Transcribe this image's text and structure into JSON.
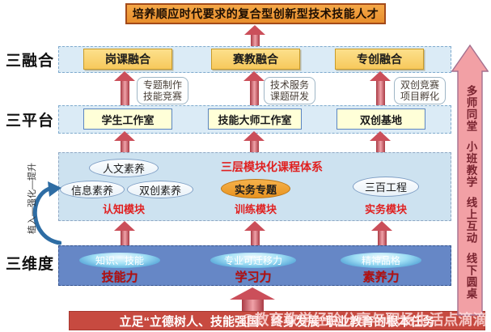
{
  "top_box": {
    "text": "培养顺应时代要求的复合型创新型技术技能人才"
  },
  "bands": {
    "fusion": {
      "label": "三融合",
      "boxes": [
        "岗课融合",
        "赛教融合",
        "专创融合"
      ]
    },
    "platform": {
      "label": "三平台",
      "boxes": [
        "学生工作室",
        "技能大师工作室",
        "双创基地"
      ]
    },
    "dimension": {
      "label": "三维度",
      "ellipses": [
        "知识、技能",
        "专业可迁移力",
        "精神品格"
      ],
      "labels": [
        "技能力",
        "学习力",
        "素养力"
      ]
    }
  },
  "callouts": [
    {
      "line1": "专题制作",
      "line2": "技能竞赛"
    },
    {
      "line1": "技术服务",
      "line2": "课题研发"
    },
    {
      "line1": "双创竞赛",
      "line2": "项目孵化"
    }
  ],
  "curriculum": {
    "title": "三层模块化课程体系",
    "ellipses": {
      "renwen": "人文素养",
      "xinxi": "信息素养",
      "shuangchuang": "双创素养",
      "shiwu": "实务专题",
      "sanbai": "三百工程"
    },
    "modules": [
      "认知模块",
      "训练模块",
      "实务模块"
    ]
  },
  "left_arrow": {
    "text": "植入—强化—提升"
  },
  "right_arrow": {
    "items": [
      "多师同堂",
      "小班教学",
      "线上互动",
      "线下圆桌"
    ]
  },
  "bottom_box": {
    "text": "立足“立德树人、技能强国、终身发展”职业教育的根本任务"
  },
  "watermark": "@教育教学经验分享与职场生活点滴滴",
  "colors": {
    "accent_red": "#C00000",
    "band_blue": "#DBEBF6",
    "dimension_blue": "#6687C6",
    "box_yellow": "#F7C95C",
    "box_orange": "#EE9435",
    "bottom_red": "#C74A40",
    "arrow_pink": "#D9737A"
  }
}
